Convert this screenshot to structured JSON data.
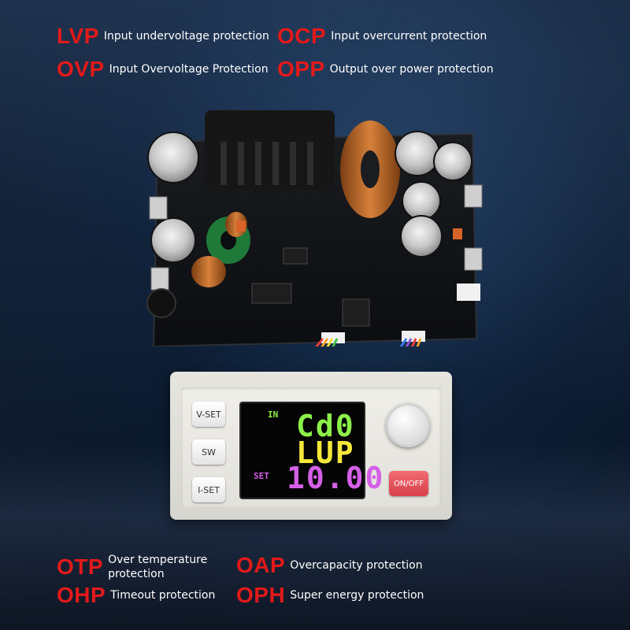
{
  "protections_top": [
    {
      "code": "LVP",
      "desc": "Input undervoltage protection"
    },
    {
      "code": "OCP",
      "desc": "Input overcurrent protection"
    },
    {
      "code": "OVP",
      "desc": "Input Overvoltage Protection"
    },
    {
      "code": "OPP",
      "desc": "Output over power protection"
    }
  ],
  "protections_bottom": [
    {
      "code": "OTP",
      "desc": "Over temperature protection"
    },
    {
      "code": "OAP",
      "desc": "Overcapacity protection"
    },
    {
      "code": "OHP",
      "desc": "Timeout protection"
    },
    {
      "code": "OPH",
      "desc": "Super energy protection"
    }
  ],
  "module": {
    "buttons": {
      "vset": "V-SET",
      "sw": "SW",
      "iset": "I-SET",
      "onoff": "ON/OFF"
    },
    "display": {
      "in_label": "IN",
      "line1": "Cd0",
      "line2": "LUP",
      "set_label": "SET",
      "line3": "10.00"
    }
  },
  "colors": {
    "protection_code": "#e11a1a",
    "lcd_green": "#8df04a",
    "lcd_yellow": "#f4e83a",
    "lcd_magenta": "#d460e6",
    "onoff_button": "#e2505a"
  }
}
